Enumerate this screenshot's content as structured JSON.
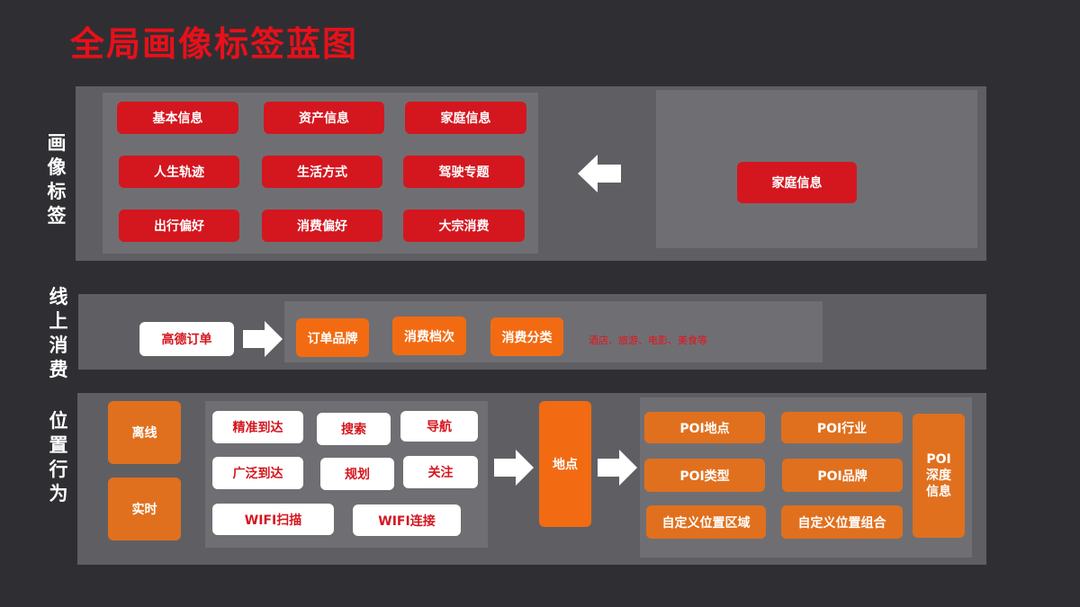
{
  "title": "全局画像标签蓝图",
  "sections": {
    "profile": {
      "label_chars": [
        "画",
        "像",
        "标",
        "签"
      ]
    },
    "online": {
      "label_chars": [
        "线",
        "上",
        "消",
        "费"
      ]
    },
    "location": {
      "label_chars": [
        "位",
        "置",
        "行",
        "为"
      ]
    }
  },
  "profile_tags": [
    "基本信息",
    "资产信息",
    "家庭信息",
    "人生轨迹",
    "生活方式",
    "驾驶专题",
    "出行偏好",
    "消费偏好",
    "大宗消费"
  ],
  "profile_target": "家庭信息",
  "online": {
    "source": "高德订单",
    "tags": [
      "订单品牌",
      "消费档次",
      "消费分类"
    ],
    "note": "酒店、旅游、电影、美食等"
  },
  "location": {
    "modes": [
      "离线",
      "实时"
    ],
    "behaviors": [
      "精准到达",
      "搜索",
      "导航",
      "广泛到达",
      "规划",
      "关注",
      "WIFI扫描",
      "WIFI连接"
    ],
    "place": "地点",
    "poi_tags": [
      "POI地点",
      "POI行业",
      "POI类型",
      "POI品牌",
      "自定义位置区域",
      "自定义位置组合"
    ],
    "poi_depth": "POI\n深度\n信息"
  },
  "colors": {
    "red": "#d4161f",
    "orange": "#f26b12",
    "panel": "#5f5f63"
  }
}
